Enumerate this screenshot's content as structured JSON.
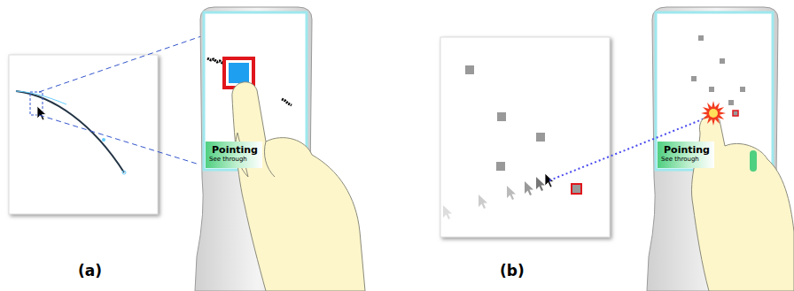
{
  "diagram": {
    "nodes": [
      {
        "text": [
          "Pointing",
          "See through"
        ]
      },
      {
        "text": [
          "Pointing",
          "See through"
        ]
      }
    ],
    "labels": [
      "(a)",
      "(b)"
    ]
  }
}
